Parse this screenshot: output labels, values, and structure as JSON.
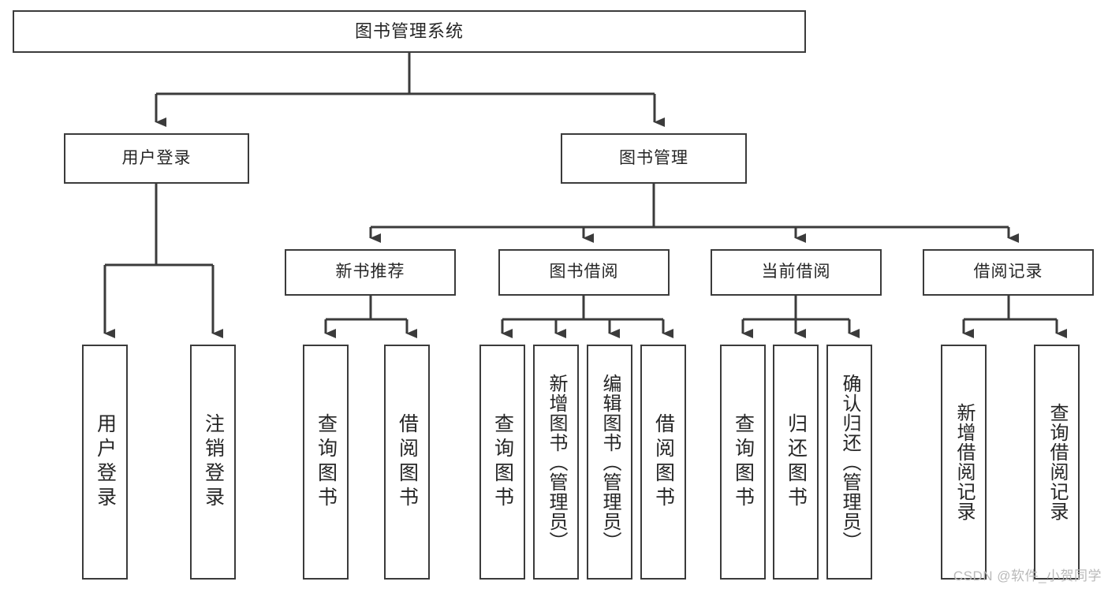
{
  "diagram": {
    "type": "tree",
    "title": "图书管理系统",
    "root": {
      "id": "root",
      "label": "图书管理系统"
    },
    "level2": [
      {
        "id": "login",
        "label": "用户登录"
      },
      {
        "id": "bookmgmt",
        "label": "图书管理"
      }
    ],
    "level3": [
      {
        "id": "newbook",
        "label": "新书推荐",
        "parent": "bookmgmt"
      },
      {
        "id": "borrow",
        "label": "图书借阅",
        "parent": "bookmgmt"
      },
      {
        "id": "current",
        "label": "当前借阅",
        "parent": "bookmgmt"
      },
      {
        "id": "record",
        "label": "借阅记录",
        "parent": "bookmgmt"
      }
    ],
    "leaves": [
      {
        "id": "leaf1",
        "label": "用户登录",
        "parent": "login"
      },
      {
        "id": "leaf2",
        "label": "注销登录",
        "parent": "login"
      },
      {
        "id": "leaf3",
        "label": "查询图书",
        "parent": "newbook"
      },
      {
        "id": "leaf4",
        "label": "借阅图书",
        "parent": "newbook"
      },
      {
        "id": "leaf5",
        "label": "查询图书",
        "parent": "borrow"
      },
      {
        "id": "leaf6",
        "label": "新增图书（管理员）",
        "parent": "borrow"
      },
      {
        "id": "leaf7",
        "label": "编辑图书（管理员）",
        "parent": "borrow"
      },
      {
        "id": "leaf8",
        "label": "借阅图书",
        "parent": "borrow"
      },
      {
        "id": "leaf9",
        "label": "查询图书",
        "parent": "current"
      },
      {
        "id": "leaf10",
        "label": "归还图书",
        "parent": "current"
      },
      {
        "id": "leaf11",
        "label": "确认归还（管理员）",
        "parent": "current"
      },
      {
        "id": "leaf12",
        "label": "新增借阅记录",
        "parent": "record"
      },
      {
        "id": "leaf13",
        "label": "查询借阅记录",
        "parent": "record"
      }
    ],
    "colors": {
      "node_border": "#3b3b3b",
      "node_fill": "#ffffff",
      "edge": "#3b3b3b",
      "text": "#262626",
      "watermark": "#b9b9b9"
    }
  },
  "watermark": {
    "text": "CSDN @软件_小贺同学"
  }
}
